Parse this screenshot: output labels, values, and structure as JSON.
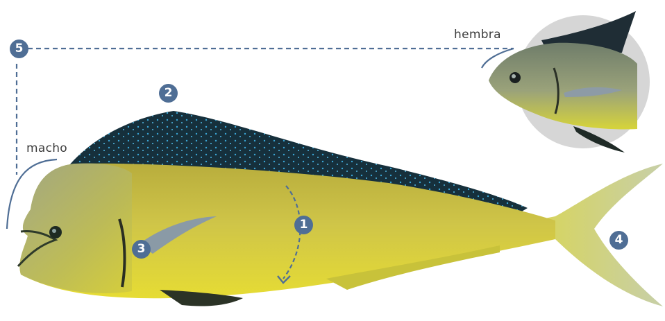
{
  "labels": {
    "male": "macho",
    "female": "hembra"
  },
  "markers": {
    "m1": "1",
    "m2": "2",
    "m3": "3",
    "m4": "4",
    "m5": "5"
  },
  "colors": {
    "badge": "#4f6e95",
    "dashed_line": "#4f6e95",
    "bracket_line": "#4f6e95",
    "fish_body": "#c9c13a",
    "fish_dorsal": "#17323f",
    "fish_belly": "#e3d832",
    "circle_backdrop": "#d6d6d6"
  }
}
